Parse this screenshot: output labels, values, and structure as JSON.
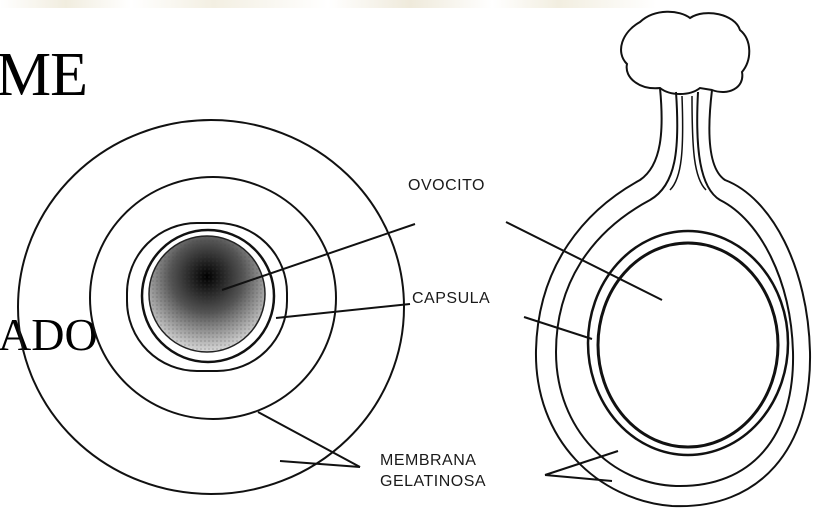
{
  "slide": {
    "title_fragment": "ME",
    "side_fragment": "ADO"
  },
  "diagram": {
    "labels": {
      "ovocito": "OVOCITO",
      "capsula": "CAPSULA",
      "membrana": "MEMBRANA",
      "gelatinosa": "GELATINOSA"
    }
  },
  "colors": {
    "line": "#111111",
    "background": "#ffffff"
  }
}
